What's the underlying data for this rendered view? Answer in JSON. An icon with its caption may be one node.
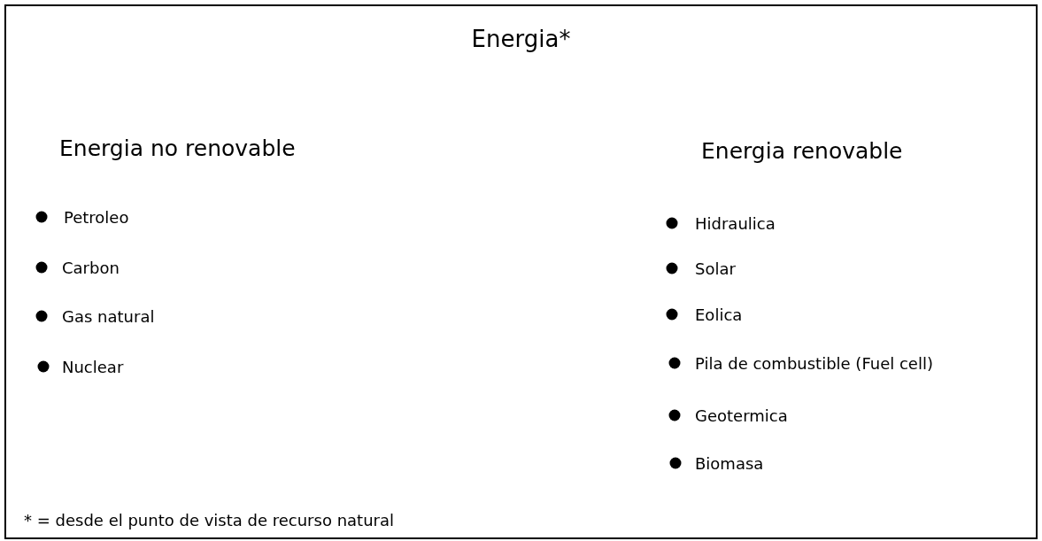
{
  "diagram": {
    "title": "Energia*",
    "labels": [
      "Energia no renovable",
      "Energia renovable",
      "Petroleo",
      "Carbon",
      "Gas natural",
      "Nuclear",
      "Hidraulica",
      "Solar",
      "Eolica",
      "Pila de combustible (Fuel cell)",
      "Geotermica",
      "Biomasa",
      "* = desde el punto de vista de recurso natural"
    ]
  }
}
